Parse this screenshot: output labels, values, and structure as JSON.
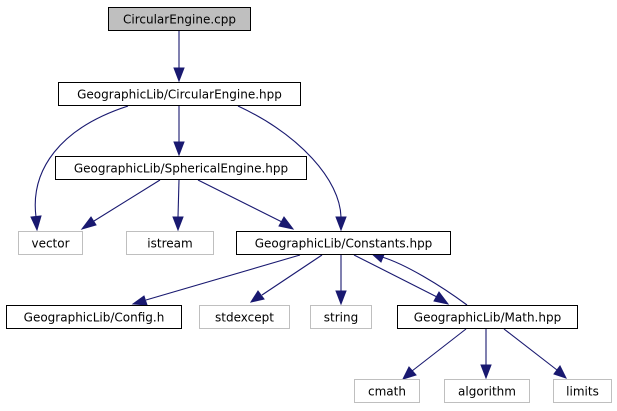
{
  "graph": {
    "colors": {
      "edge": "#191970",
      "root_fill": "#bfbfbf",
      "documented_border": "#000000",
      "external_border": "#bfbfbf",
      "external_text": "#404040"
    },
    "nodes": [
      {
        "id": "circular-engine-cpp",
        "label": "CircularEngine.cpp",
        "kind": "root"
      },
      {
        "id": "circular-engine-hpp",
        "label": "GeographicLib/CircularEngine.hpp",
        "kind": "documented"
      },
      {
        "id": "spherical-engine-hpp",
        "label": "GeographicLib/SphericalEngine.hpp",
        "kind": "documented"
      },
      {
        "id": "vector",
        "label": "vector",
        "kind": "external"
      },
      {
        "id": "istream",
        "label": "istream",
        "kind": "external"
      },
      {
        "id": "constants-hpp",
        "label": "GeographicLib/Constants.hpp",
        "kind": "documented"
      },
      {
        "id": "config-h",
        "label": "GeographicLib/Config.h",
        "kind": "documented"
      },
      {
        "id": "stdexcept",
        "label": "stdexcept",
        "kind": "external"
      },
      {
        "id": "string",
        "label": "string",
        "kind": "external"
      },
      {
        "id": "math-hpp",
        "label": "GeographicLib/Math.hpp",
        "kind": "documented"
      },
      {
        "id": "cmath",
        "label": "cmath",
        "kind": "external"
      },
      {
        "id": "algorithm",
        "label": "algorithm",
        "kind": "external"
      },
      {
        "id": "limits",
        "label": "limits",
        "kind": "external"
      }
    ],
    "edges": [
      {
        "from": "circular-engine-cpp",
        "to": "circular-engine-hpp"
      },
      {
        "from": "circular-engine-hpp",
        "to": "vector"
      },
      {
        "from": "circular-engine-hpp",
        "to": "spherical-engine-hpp"
      },
      {
        "from": "circular-engine-hpp",
        "to": "constants-hpp"
      },
      {
        "from": "spherical-engine-hpp",
        "to": "vector"
      },
      {
        "from": "spherical-engine-hpp",
        "to": "istream"
      },
      {
        "from": "spherical-engine-hpp",
        "to": "constants-hpp"
      },
      {
        "from": "constants-hpp",
        "to": "config-h"
      },
      {
        "from": "constants-hpp",
        "to": "stdexcept"
      },
      {
        "from": "constants-hpp",
        "to": "string"
      },
      {
        "from": "constants-hpp",
        "to": "math-hpp"
      },
      {
        "from": "math-hpp",
        "to": "constants-hpp"
      },
      {
        "from": "math-hpp",
        "to": "cmath"
      },
      {
        "from": "math-hpp",
        "to": "algorithm"
      },
      {
        "from": "math-hpp",
        "to": "limits"
      }
    ]
  }
}
